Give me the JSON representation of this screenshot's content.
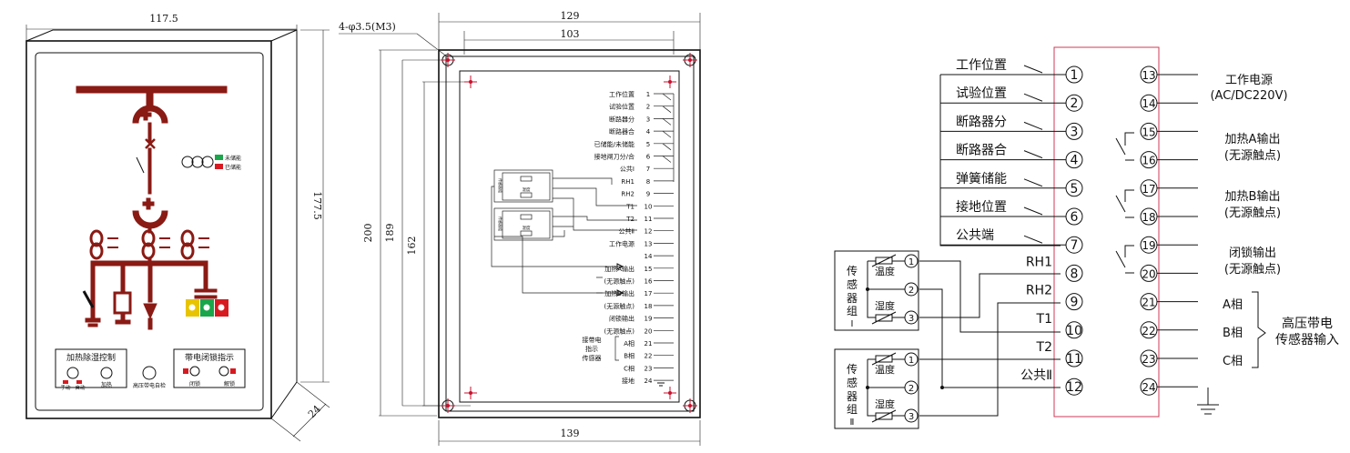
{
  "front_view": {
    "dim_width": "117.5",
    "dim_height": "177.5",
    "dim_depth": "24",
    "legend_unstored": "未储能",
    "legend_stored": "已储能",
    "heating_title": "加热除湿控制",
    "heating_manual": "手动",
    "heating_auto": "自动",
    "heating_label": "加热",
    "hv_selfcheck": "高压带电自检",
    "lock_title": "带电闭锁指示",
    "lock_locked": "闭锁",
    "lock_unlocked": "解锁"
  },
  "mounting_view": {
    "dim_hole": "4-φ3.5(M3)",
    "dim_outer_w": "129",
    "dim_inner_w": "103",
    "dim_bottom_w": "139",
    "dim_h1": "200",
    "dim_h2": "189",
    "dim_h3": "162",
    "sensor_label": "传感器组",
    "sensor_humidity": "湿度",
    "terminals": [
      {
        "n": "1",
        "label": "工作位置"
      },
      {
        "n": "2",
        "label": "试验位置"
      },
      {
        "n": "3",
        "label": "断路器分"
      },
      {
        "n": "4",
        "label": "断路器合"
      },
      {
        "n": "5",
        "label": "已储能/未储能"
      },
      {
        "n": "6",
        "label": "接地闸刀分/合"
      },
      {
        "n": "7",
        "label": "公共Ⅰ"
      },
      {
        "n": "8",
        "label": "RH1"
      },
      {
        "n": "9",
        "label": "RH2"
      },
      {
        "n": "10",
        "label": "T1"
      },
      {
        "n": "11",
        "label": "T2"
      },
      {
        "n": "12",
        "label": "公共Ⅱ"
      },
      {
        "n": "13",
        "label": "工作电源"
      },
      {
        "n": "14",
        "label": ""
      },
      {
        "n": "15",
        "label": "加热A输出"
      },
      {
        "n": "16",
        "label": "(无源触点)"
      },
      {
        "n": "17",
        "label": "加热B输出"
      },
      {
        "n": "18",
        "label": "(无源触点)"
      },
      {
        "n": "19",
        "label": "闭锁输出"
      },
      {
        "n": "20",
        "label": "(无源触点)"
      },
      {
        "n": "21",
        "label": "A相"
      },
      {
        "n": "22",
        "label": "B相"
      },
      {
        "n": "23",
        "label": "C相"
      },
      {
        "n": "24",
        "label": "接地"
      }
    ],
    "hv_sensor_label": [
      "接带电",
      "指示",
      "传感器"
    ]
  },
  "wiring": {
    "left_inputs": [
      "工作位置",
      "试验位置",
      "断路器分",
      "断路器合",
      "弹簧储能",
      "接地位置",
      "公共端"
    ],
    "sensor_signals": [
      "RH1",
      "RH2",
      "T1",
      "T2",
      "公共Ⅱ"
    ],
    "sensor_group_1": "传感器组Ⅰ",
    "sensor_group_2": "传感器组Ⅱ",
    "temp_label": "温度",
    "humid_label": "湿度",
    "left_nums": [
      "①",
      "②",
      "③",
      "④",
      "⑤",
      "⑥",
      "⑦",
      "⑧",
      "⑨",
      "⑩",
      "⑪",
      "⑫"
    ],
    "right_nums": [
      "⑬",
      "⑭",
      "⑮",
      "⑯",
      "⑰",
      "⑱",
      "⑲",
      "⑳",
      "㉑",
      "㉒",
      "㉓",
      "㉔"
    ],
    "sensor_nums": [
      "①",
      "②",
      "③"
    ],
    "power_label": "工作电源",
    "power_spec": "(AC/DC220V)",
    "heat_a": "加热A输出",
    "heat_b": "加热B输出",
    "lock_out": "闭锁输出",
    "dry_contact": "(无源触点)",
    "phase_a": "A相",
    "phase_b": "B相",
    "phase_c": "C相",
    "hv_input": [
      "高压带电",
      "传感器输入"
    ]
  }
}
